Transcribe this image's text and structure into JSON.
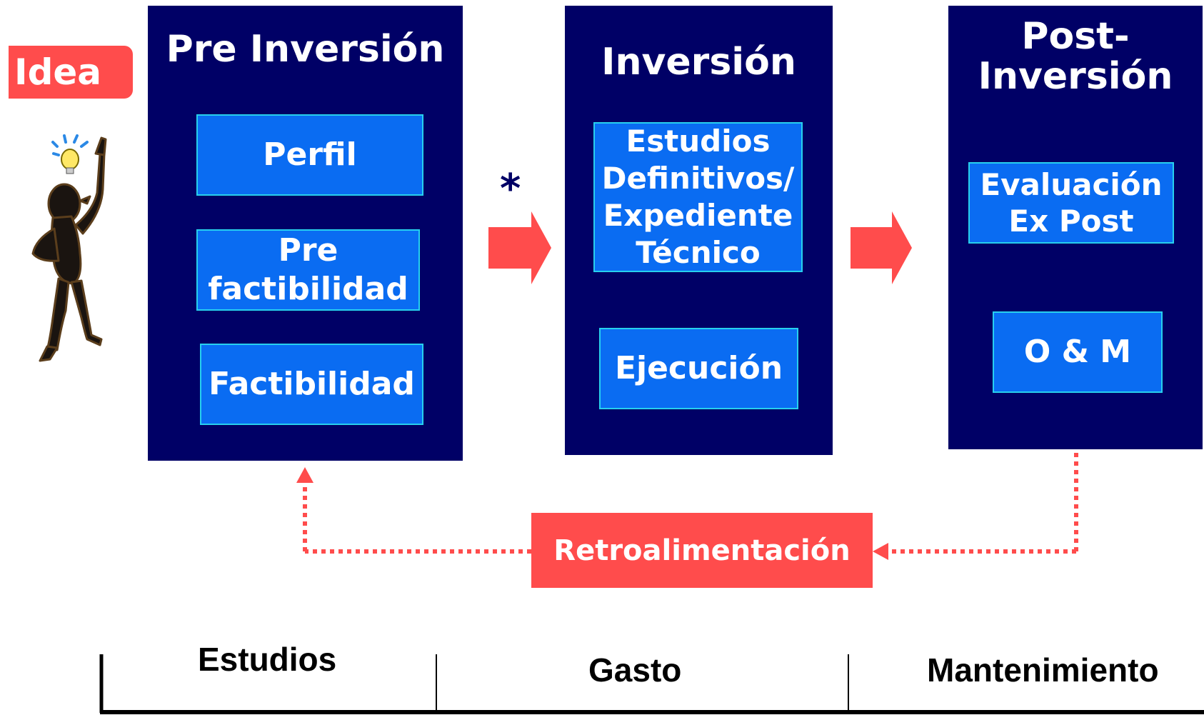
{
  "idea_label": "Idea",
  "phases": [
    {
      "title": "Pre Inversión",
      "steps": [
        "Perfil",
        "Pre\nfactibilidad",
        "Factibilidad"
      ]
    },
    {
      "title": "Inversión",
      "steps": [
        "Estudios\nDefinitivos/\nExpediente\nTécnico",
        "Ejecución"
      ]
    },
    {
      "title": "Post-\nInversión",
      "steps": [
        "Evaluación\nEx Post",
        "O & M"
      ]
    }
  ],
  "asterisk": "*",
  "feedback_label": "Retroalimentación",
  "timeline": [
    "Estudios",
    "Gasto",
    "Mantenimiento"
  ],
  "colors": {
    "phase_bg": "#000066",
    "step_bg": "#0a6cf2",
    "step_border": "#27d0ee",
    "accent_red": "#ff4c4c"
  },
  "icons": {
    "thinker": "person-with-lightbulb-icon"
  }
}
